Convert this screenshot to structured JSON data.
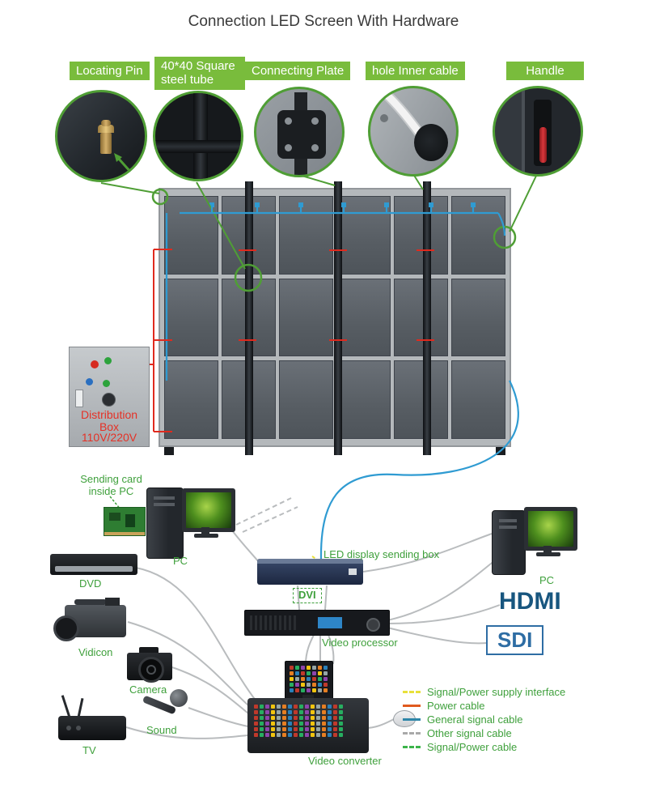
{
  "title": "Connection LED Screen With Hardware",
  "callouts": [
    {
      "label": "Locating Pin"
    },
    {
      "label": "40*40 Square steel tube"
    },
    {
      "label": "Connecting Plate"
    },
    {
      "label": "hole Inner cable"
    },
    {
      "label": "Handle"
    }
  ],
  "screen": {
    "rows": 3,
    "cols": 6
  },
  "distribution_box": {
    "line1": "Distribution Box",
    "line2": "110V/220V"
  },
  "devices": {
    "sending_card_label": "Sending card inside PC",
    "pc_left_label": "PC",
    "dvd_label": "DVD",
    "led_sending_box_label": "LED display sending box",
    "dvi_label": "DVI",
    "video_processor_label": "Video processor",
    "vidicon_label": "Vidicon",
    "camera_label": "Camera",
    "sound_label": "Sound",
    "tv_label": "TV",
    "video_converter_label": "Video converter",
    "pc_right_label": "PC",
    "hdmi_label": "HDMI",
    "sdi_label": "SDI"
  },
  "legend": {
    "items": [
      {
        "label": "Signal/Power supply interface",
        "color": "#e8e03a",
        "style": "dashed"
      },
      {
        "label": "Power cable",
        "color": "#e05a1e",
        "style": "solid"
      },
      {
        "label": "General signal cable",
        "color": "#2e86a8",
        "style": "solid"
      },
      {
        "label": "Other signal cable",
        "color": "#a9a9a9",
        "style": "dashed"
      },
      {
        "label": "Signal/Power cable",
        "color": "#3cb44a",
        "style": "dashed"
      }
    ]
  },
  "colors": {
    "callout_green": "#79bc3c",
    "pointer_green": "#4f9e35",
    "label_green": "#3fa03c",
    "power_red": "#e02a1e",
    "signal_blue": "#2f9bd2",
    "blue_text": "#18567f",
    "panel_dark": "#575d63",
    "frame_gray": "#b4b8bb",
    "red_text": "#e53126"
  }
}
